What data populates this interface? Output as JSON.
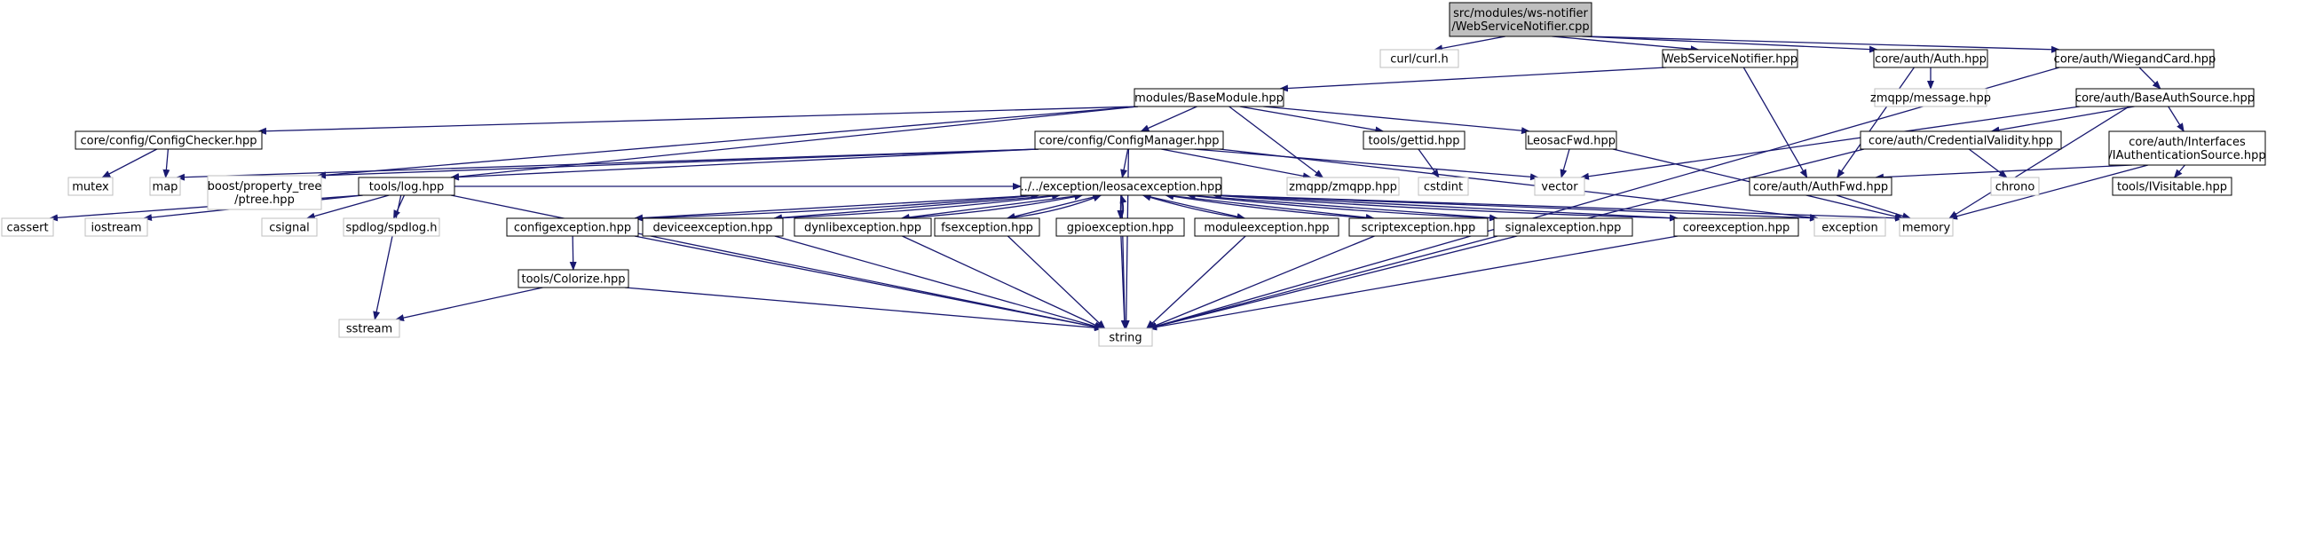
{
  "colors": {
    "edge": "#191970",
    "root_fill": "#bfbfbf",
    "root_stroke": "#000000",
    "header_fill": "#ffffff",
    "header_stroke": "#000000",
    "external_fill": "#ffffff",
    "external_stroke": "#bfbfbf",
    "text": "#000000"
  },
  "nodes": [
    {
      "id": "root",
      "lines": [
        "src/modules/ws-notifier",
        "/WebServiceNotifier.cpp"
      ],
      "kind": "root"
    },
    {
      "id": "curl",
      "lines": [
        "curl/curl.h"
      ],
      "kind": "external"
    },
    {
      "id": "wsn",
      "lines": [
        "WebServiceNotifier.hpp"
      ],
      "kind": "header"
    },
    {
      "id": "auth",
      "lines": [
        "core/auth/Auth.hpp"
      ],
      "kind": "header"
    },
    {
      "id": "wiegand",
      "lines": [
        "core/auth/WiegandCard.hpp"
      ],
      "kind": "header"
    },
    {
      "id": "basemodule",
      "lines": [
        "modules/BaseModule.hpp"
      ],
      "kind": "header"
    },
    {
      "id": "zmqmsg",
      "lines": [
        "zmqpp/message.hpp"
      ],
      "kind": "external"
    },
    {
      "id": "baseauthsrc",
      "lines": [
        "core/auth/BaseAuthSource.hpp"
      ],
      "kind": "header"
    },
    {
      "id": "cfgchecker",
      "lines": [
        "core/config/ConfigChecker.hpp"
      ],
      "kind": "header"
    },
    {
      "id": "cfgmanager",
      "lines": [
        "core/config/ConfigManager.hpp"
      ],
      "kind": "header"
    },
    {
      "id": "gettid",
      "lines": [
        "tools/gettid.hpp"
      ],
      "kind": "header"
    },
    {
      "id": "leosacfwd",
      "lines": [
        "LeosacFwd.hpp"
      ],
      "kind": "header"
    },
    {
      "id": "credvalid",
      "lines": [
        "core/auth/CredentialValidity.hpp"
      ],
      "kind": "header"
    },
    {
      "id": "iauthsrc",
      "lines": [
        "core/auth/Interfaces",
        "/IAuthenticationSource.hpp"
      ],
      "kind": "header"
    },
    {
      "id": "mutex",
      "lines": [
        "mutex"
      ],
      "kind": "external"
    },
    {
      "id": "map",
      "lines": [
        "map"
      ],
      "kind": "external"
    },
    {
      "id": "ptree",
      "lines": [
        "boost/property_tree",
        "/ptree.hpp"
      ],
      "kind": "external"
    },
    {
      "id": "log",
      "lines": [
        "tools/log.hpp"
      ],
      "kind": "header"
    },
    {
      "id": "leosacexc",
      "lines": [
        "../../exception/leosacexception.hpp"
      ],
      "kind": "header"
    },
    {
      "id": "zmqpp",
      "lines": [
        "zmqpp/zmqpp.hpp"
      ],
      "kind": "external"
    },
    {
      "id": "cstdint",
      "lines": [
        "cstdint"
      ],
      "kind": "external"
    },
    {
      "id": "vector",
      "lines": [
        "vector"
      ],
      "kind": "external"
    },
    {
      "id": "authfwd",
      "lines": [
        "core/auth/AuthFwd.hpp"
      ],
      "kind": "header"
    },
    {
      "id": "chrono",
      "lines": [
        "chrono"
      ],
      "kind": "external"
    },
    {
      "id": "ivisitable",
      "lines": [
        "tools/IVisitable.hpp"
      ],
      "kind": "header"
    },
    {
      "id": "cassert",
      "lines": [
        "cassert"
      ],
      "kind": "external"
    },
    {
      "id": "iostream",
      "lines": [
        "iostream"
      ],
      "kind": "external"
    },
    {
      "id": "csignal",
      "lines": [
        "csignal"
      ],
      "kind": "external"
    },
    {
      "id": "spdlog",
      "lines": [
        "spdlog/spdlog.h"
      ],
      "kind": "external"
    },
    {
      "id": "cfgexc",
      "lines": [
        "configexception.hpp"
      ],
      "kind": "header"
    },
    {
      "id": "devexc",
      "lines": [
        "deviceexception.hpp"
      ],
      "kind": "header"
    },
    {
      "id": "dynlibexc",
      "lines": [
        "dynlibexception.hpp"
      ],
      "kind": "header"
    },
    {
      "id": "fsexc",
      "lines": [
        "fsexception.hpp"
      ],
      "kind": "header"
    },
    {
      "id": "gpioexc",
      "lines": [
        "gpioexception.hpp"
      ],
      "kind": "header"
    },
    {
      "id": "modexc",
      "lines": [
        "moduleexception.hpp"
      ],
      "kind": "header"
    },
    {
      "id": "scriptexc",
      "lines": [
        "scriptexception.hpp"
      ],
      "kind": "header"
    },
    {
      "id": "sigexc",
      "lines": [
        "signalexception.hpp"
      ],
      "kind": "header"
    },
    {
      "id": "coreexc",
      "lines": [
        "coreexception.hpp"
      ],
      "kind": "header"
    },
    {
      "id": "exception",
      "lines": [
        "exception"
      ],
      "kind": "external"
    },
    {
      "id": "memory",
      "lines": [
        "memory"
      ],
      "kind": "external"
    },
    {
      "id": "colorize",
      "lines": [
        "tools/Colorize.hpp"
      ],
      "kind": "header"
    },
    {
      "id": "sstream",
      "lines": [
        "sstream"
      ],
      "kind": "external"
    },
    {
      "id": "string",
      "lines": [
        "string"
      ],
      "kind": "external"
    }
  ],
  "edges": [
    [
      "root",
      "curl"
    ],
    [
      "root",
      "wsn"
    ],
    [
      "root",
      "auth"
    ],
    [
      "root",
      "wiegand"
    ],
    [
      "wsn",
      "basemodule"
    ],
    [
      "wsn",
      "authfwd"
    ],
    [
      "auth",
      "zmqmsg"
    ],
    [
      "auth",
      "authfwd"
    ],
    [
      "wiegand",
      "baseauthsrc"
    ],
    [
      "wiegand",
      "string"
    ],
    [
      "basemodule",
      "cfgchecker"
    ],
    [
      "basemodule",
      "cfgmanager"
    ],
    [
      "basemodule",
      "gettid"
    ],
    [
      "basemodule",
      "leosacfwd"
    ],
    [
      "basemodule",
      "ptree"
    ],
    [
      "basemodule",
      "log"
    ],
    [
      "basemodule",
      "zmqpp"
    ],
    [
      "baseauthsrc",
      "credvalid"
    ],
    [
      "baseauthsrc",
      "iauthsrc"
    ],
    [
      "baseauthsrc",
      "vector"
    ],
    [
      "baseauthsrc",
      "memory"
    ],
    [
      "cfgchecker",
      "mutex"
    ],
    [
      "cfgchecker",
      "map"
    ],
    [
      "cfgmanager",
      "map"
    ],
    [
      "cfgmanager",
      "ptree"
    ],
    [
      "cfgmanager",
      "log"
    ],
    [
      "cfgmanager",
      "leosacexc"
    ],
    [
      "cfgmanager",
      "zmqpp"
    ],
    [
      "cfgmanager",
      "vector"
    ],
    [
      "cfgmanager",
      "string"
    ],
    [
      "cfgmanager",
      "exception"
    ],
    [
      "gettid",
      "cstdint"
    ],
    [
      "leosacfwd",
      "vector"
    ],
    [
      "leosacfwd",
      "memory"
    ],
    [
      "credvalid",
      "chrono"
    ],
    [
      "credvalid",
      "string"
    ],
    [
      "iauthsrc",
      "authfwd"
    ],
    [
      "iauthsrc",
      "ivisitable"
    ],
    [
      "iauthsrc",
      "memory"
    ],
    [
      "authfwd",
      "memory"
    ],
    [
      "log",
      "cassert"
    ],
    [
      "log",
      "iostream"
    ],
    [
      "log",
      "csignal"
    ],
    [
      "log",
      "spdlog"
    ],
    [
      "log",
      "sstream"
    ],
    [
      "log",
      "string"
    ],
    [
      "log",
      "leosacexc"
    ],
    [
      "leosacexc",
      "cfgexc"
    ],
    [
      "leosacexc",
      "devexc"
    ],
    [
      "leosacexc",
      "dynlibexc"
    ],
    [
      "leosacexc",
      "fsexc"
    ],
    [
      "leosacexc",
      "gpioexc"
    ],
    [
      "leosacexc",
      "modexc"
    ],
    [
      "leosacexc",
      "scriptexc"
    ],
    [
      "leosacexc",
      "sigexc"
    ],
    [
      "leosacexc",
      "coreexc"
    ],
    [
      "leosacexc",
      "exception"
    ],
    [
      "leosacexc",
      "memory"
    ],
    [
      "leosacexc",
      "string"
    ],
    [
      "cfgexc",
      "leosacexc"
    ],
    [
      "devexc",
      "leosacexc"
    ],
    [
      "dynlibexc",
      "leosacexc"
    ],
    [
      "fsexc",
      "leosacexc"
    ],
    [
      "gpioexc",
      "leosacexc"
    ],
    [
      "modexc",
      "leosacexc"
    ],
    [
      "scriptexc",
      "leosacexc"
    ],
    [
      "sigexc",
      "leosacexc"
    ],
    [
      "coreexc",
      "leosacexc"
    ],
    [
      "cfgexc",
      "colorize"
    ],
    [
      "cfgexc",
      "string"
    ],
    [
      "devexc",
      "string"
    ],
    [
      "dynlibexc",
      "string"
    ],
    [
      "fsexc",
      "string"
    ],
    [
      "gpioexc",
      "string"
    ],
    [
      "modexc",
      "string"
    ],
    [
      "scriptexc",
      "string"
    ],
    [
      "sigexc",
      "string"
    ],
    [
      "coreexc",
      "string"
    ],
    [
      "colorize",
      "sstream"
    ],
    [
      "colorize",
      "string"
    ]
  ]
}
